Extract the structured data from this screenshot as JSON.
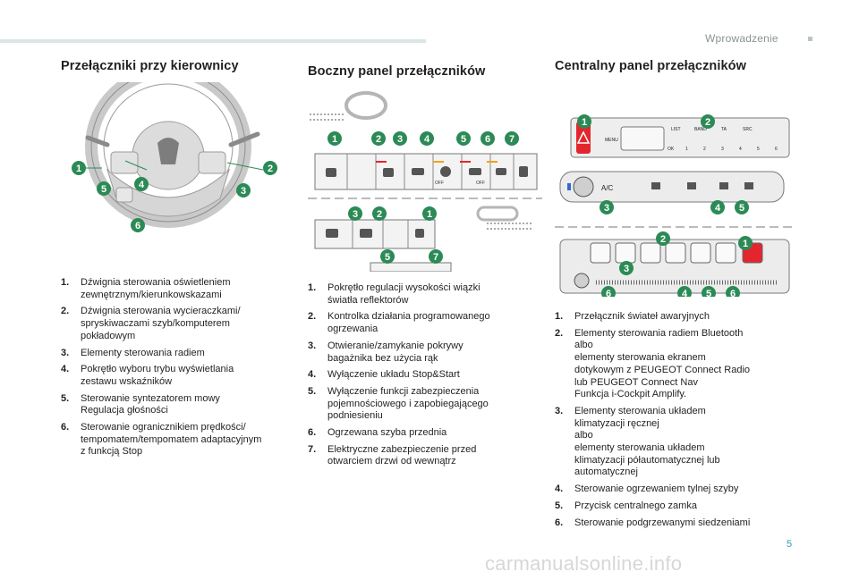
{
  "header": {
    "section": "Wprowadzenie"
  },
  "steering": {
    "title": "Przełączniki przy kierownicy",
    "badges": [
      "1",
      "2",
      "3",
      "4",
      "5",
      "6"
    ],
    "items": [
      {
        "num": "1.",
        "text": "Dźwignia sterowania oświetleniem\nzewnętrznym/kierunkowskazami"
      },
      {
        "num": "2.",
        "text": "Dźwignia sterowania wycieraczkami/\nspryskiwaczami szyb/komputerem\npokładowym"
      },
      {
        "num": "3.",
        "text": "Elementy sterowania radiem"
      },
      {
        "num": "4.",
        "text": "Pokrętło wyboru trybu wyświetlania\nzestawu wskaźników"
      },
      {
        "num": "5.",
        "text": "Sterowanie syntezatorem mowy\nRegulacja głośności"
      },
      {
        "num": "6.",
        "text": "Sterowanie ogranicznikiem prędkości/\ntempomatem/tempomatem adaptacyjnym\nz funkcją Stop"
      }
    ]
  },
  "side_panel": {
    "title": "Boczny panel przełączników",
    "badges_top": [
      "1",
      "2",
      "3",
      "4",
      "5",
      "6",
      "7"
    ],
    "badges_mid": [
      "3",
      "2",
      "1"
    ],
    "badges_bot": [
      "5",
      "7"
    ],
    "off_label": "OFF",
    "items": [
      {
        "num": "1.",
        "text": "Pokrętło regulacji wysokości wiązki\nświatła reflektorów"
      },
      {
        "num": "2.",
        "text": "Kontrolka działania programowanego\nogrzewania"
      },
      {
        "num": "3.",
        "text": "Otwieranie/zamykanie pokrywy\nbagażnika bez użycia rąk"
      },
      {
        "num": "4.",
        "text": "Wyłączenie układu Stop&Start"
      },
      {
        "num": "5.",
        "text": "Wyłączenie funkcji zabezpieczenia\npojemnościowego i zapobiegającego\npodniesieniu"
      },
      {
        "num": "6.",
        "text": "Ogrzewana szyba przednia"
      },
      {
        "num": "7.",
        "text": "Elektryczne zabezpieczenie przed\notwarciem drzwi od wewnątrz"
      }
    ]
  },
  "center_panel": {
    "title": "Centralny panel przełączników",
    "badges_top": [
      "1",
      "2"
    ],
    "badges_mid": [
      "3",
      "4",
      "5"
    ],
    "badges_bot": [
      "2",
      "1",
      "3",
      "6",
      "4",
      "5",
      "6"
    ],
    "radio_labels": {
      "menu": "MENU",
      "list": "LIST",
      "band": "BAND",
      "ta": "TA",
      "src": "SRC",
      "ok": "OK",
      "presets": [
        "1",
        "2",
        "3",
        "4",
        "5",
        "6"
      ]
    },
    "ac_label": "A/C",
    "items": [
      {
        "num": "1.",
        "text": "Przełącznik świateł awaryjnych"
      },
      {
        "num": "2.",
        "text": "Elementy sterowania radiem Bluetooth\nalbo\nelementy sterowania ekranem\ndotykowym z PEUGEOT Connect Radio\nlub PEUGEOT Connect Nav\nFunkcja i-Cockpit Amplify."
      },
      {
        "num": "3.",
        "text": "Elementy sterowania układem\nklimatyzacji ręcznej\nalbo\nelementy sterowania układem\nklimatyzacji półautomatycznej lub\nautomatycznej"
      },
      {
        "num": "4.",
        "text": "Sterowanie ogrzewaniem tylnej szyby"
      },
      {
        "num": "5.",
        "text": "Przycisk centralnego zamka"
      },
      {
        "num": "6.",
        "text": "Sterowanie podgrzewanymi siedzeniami"
      }
    ]
  },
  "page_number": "5",
  "watermark": "carmanualsonline.info",
  "colors": {
    "badge": "#2b8a55",
    "accent": "#2e9bbd",
    "hazard": "#e3262e"
  }
}
